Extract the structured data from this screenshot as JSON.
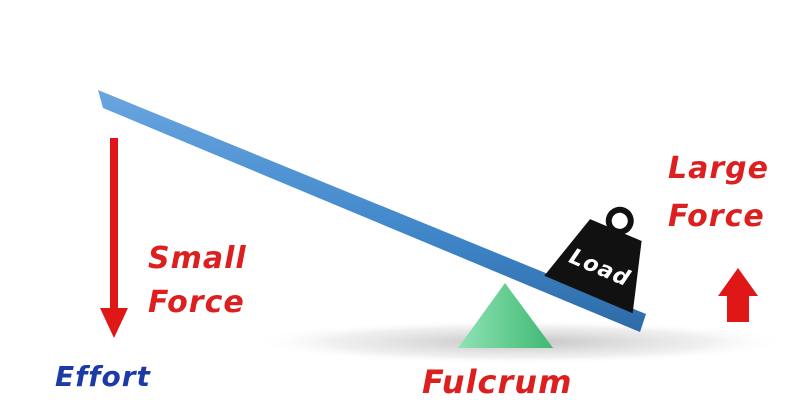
{
  "labels": {
    "effort": "Effort",
    "small_force_line1": "Small",
    "small_force_line2": "Force",
    "large_force_line1": "Large",
    "large_force_line2": "Force",
    "fulcrum": "Fulcrum",
    "load": "Load"
  },
  "colors": {
    "beam": "#3f86c9",
    "force_arrow": "#e01717",
    "label_red": "#dc1f1f",
    "label_blue": "#1c3ba6",
    "fulcrum": "#5ccf8c",
    "weight": "#111111"
  }
}
